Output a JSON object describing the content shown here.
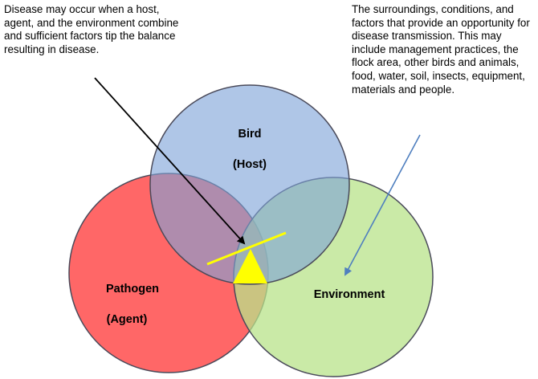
{
  "annotations": {
    "disease_note": "Disease may occur when a host, agent, and the environment combine and sufficient factors tip the balance resulting in disease.",
    "environment_note": "The surroundings, conditions, and factors that provide an opportunity for disease transmission. This may include management practices, the flock area, other birds and animals, food, water, soil, insects, equipment, materials and people."
  },
  "circles": {
    "host": {
      "title": "Bird",
      "subtitle": "(Host)",
      "color": "#7ea3d9"
    },
    "agent": {
      "title": "Pathogen",
      "subtitle": "(Agent)",
      "color": "#ff5a5a"
    },
    "environment": {
      "title": "Environment",
      "color": "#b8e38a"
    }
  },
  "colors": {
    "balance": "#ffff00",
    "outline": "#4a4a5a",
    "right_arrow": "#4f7fbf",
    "left_arrow": "#000000"
  }
}
